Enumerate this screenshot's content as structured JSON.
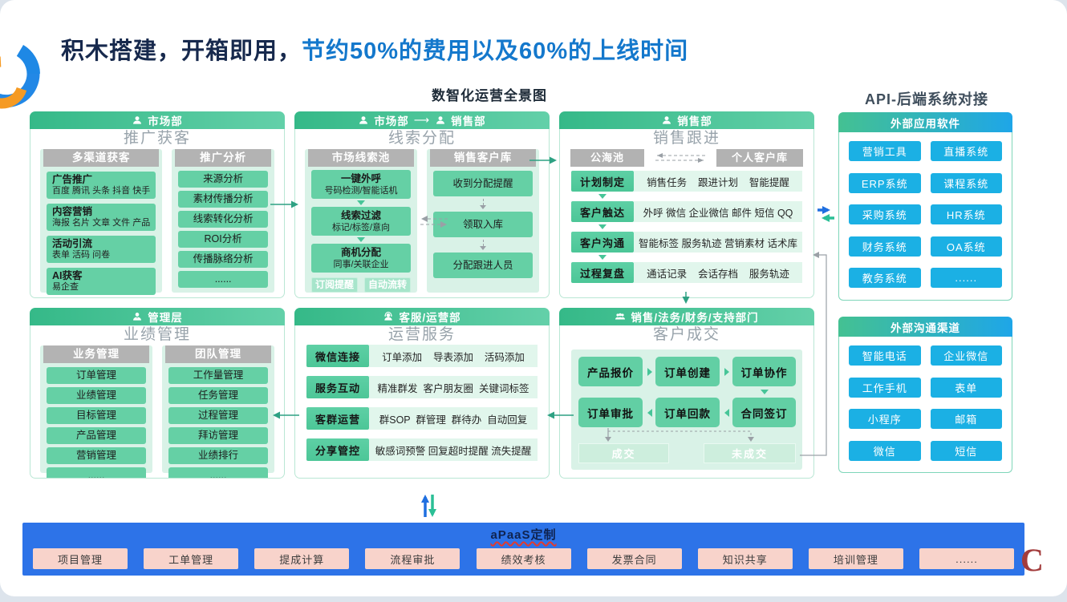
{
  "page": {
    "title_dark": "积木搭建，开箱即用，",
    "title_blue": "节约50%的费用以及60%的上线时间",
    "subtitle": "数智化运营全景图",
    "api_heading": "API-后端系统对接",
    "watermark": "C"
  },
  "colors": {
    "accent_green": "#35b988",
    "accent_cyan": "#1bb0e4",
    "bar_blue": "#2d73e8",
    "highlight_blue": "#1478cc",
    "pink": "#f8d3cb",
    "gray_header": "#b3b3b3"
  },
  "panel_marketing": {
    "header": "市场部",
    "title": "推广获客",
    "col1": {
      "header": "多渠道获客",
      "items": [
        {
          "t": "广告推广",
          "s": "百度 腾讯 头条 抖音 快手"
        },
        {
          "t": "内容营销",
          "s": "海报 名片 文章 文件 产品"
        },
        {
          "t": "活动引流",
          "s": "表单 活码 问卷"
        },
        {
          "t": "AI获客",
          "s": "易企查"
        }
      ]
    },
    "col2": {
      "header": "推广分析",
      "items": [
        "来源分析",
        "素材传播分析",
        "线索转化分析",
        "ROI分析",
        "传播脉络分析",
        "......"
      ]
    }
  },
  "panel_leads": {
    "header_from": "市场部",
    "header_to": "销售部",
    "title": "线索分配",
    "col1": {
      "header": "市场线索池",
      "items": [
        {
          "t": "一键外呼",
          "s": "号码检测/智能话机"
        },
        {
          "t": "线索过滤",
          "s": "标记/标签/意向"
        },
        {
          "t": "商机分配",
          "s": "同事/关联企业"
        }
      ],
      "tags": [
        "订阅提醒",
        "自动流转"
      ]
    },
    "col2": {
      "header": "销售客户库",
      "items": [
        "收到分配提醒",
        "领取入库",
        "分配跟进人员"
      ]
    }
  },
  "panel_sales": {
    "header": "销售部",
    "title": "销售跟进",
    "pool_left": "公海池",
    "pool_right": "个人客户库",
    "rows": [
      {
        "label": "计划制定",
        "text": "销售任务    跟进计划    智能提醒"
      },
      {
        "label": "客户触达",
        "text": "外呼 微信 企业微信 邮件 短信 QQ"
      },
      {
        "label": "客户沟通",
        "text": "智能标签 服务轨迹 营销素材 话术库"
      },
      {
        "label": "过程复盘",
        "text": "通话记录    会话存档    服务轨迹"
      }
    ]
  },
  "panel_management": {
    "header": "管理层",
    "title": "业绩管理",
    "col1": {
      "header": "业务管理",
      "items": [
        "订单管理",
        "业绩管理",
        "目标管理",
        "产品管理",
        "营销管理",
        "......"
      ]
    },
    "col2": {
      "header": "团队管理",
      "items": [
        "工作量管理",
        "任务管理",
        "过程管理",
        "拜访管理",
        "业绩排行",
        "......"
      ]
    }
  },
  "panel_service": {
    "header": "客服/运营部",
    "title": "运营服务",
    "rows": [
      {
        "label": "微信连接",
        "text": "订单添加    导表添加    活码添加"
      },
      {
        "label": "服务互动",
        "text": "精准群发  客户朋友圈  关键词标签"
      },
      {
        "label": "客群运营",
        "text": "群SOP  群管理  群待办  自动回复"
      },
      {
        "label": "分享管控",
        "text": "敏感词预警 回复超时提醒 流失提醒"
      }
    ]
  },
  "panel_deal": {
    "header": "销售/法务/财务/支持部门",
    "title": "客户成交",
    "flow_top": [
      "产品报价",
      "订单创建",
      "订单协作"
    ],
    "flow_bottom": [
      "订单审批",
      "订单回款",
      "合同签订"
    ],
    "outcome_left": "成交",
    "outcome_right": "未成交"
  },
  "panel_apps": {
    "header": "外部应用软件",
    "items": [
      "营销工具",
      "直播系统",
      "ERP系统",
      "课程系统",
      "采购系统",
      "HR系统",
      "财务系统",
      "OA系统",
      "教务系统",
      "......"
    ]
  },
  "panel_channels": {
    "header": "外部沟通渠道",
    "items": [
      "智能电话",
      "企业微信",
      "工作手机",
      "表单",
      "小程序",
      "邮箱",
      "微信",
      "短信"
    ]
  },
  "apaas": {
    "title": "aPaaS定制",
    "items": [
      "项目管理",
      "工单管理",
      "提成计算",
      "流程审批",
      "绩效考核",
      "发票合同",
      "知识共享",
      "培训管理",
      "......"
    ]
  }
}
